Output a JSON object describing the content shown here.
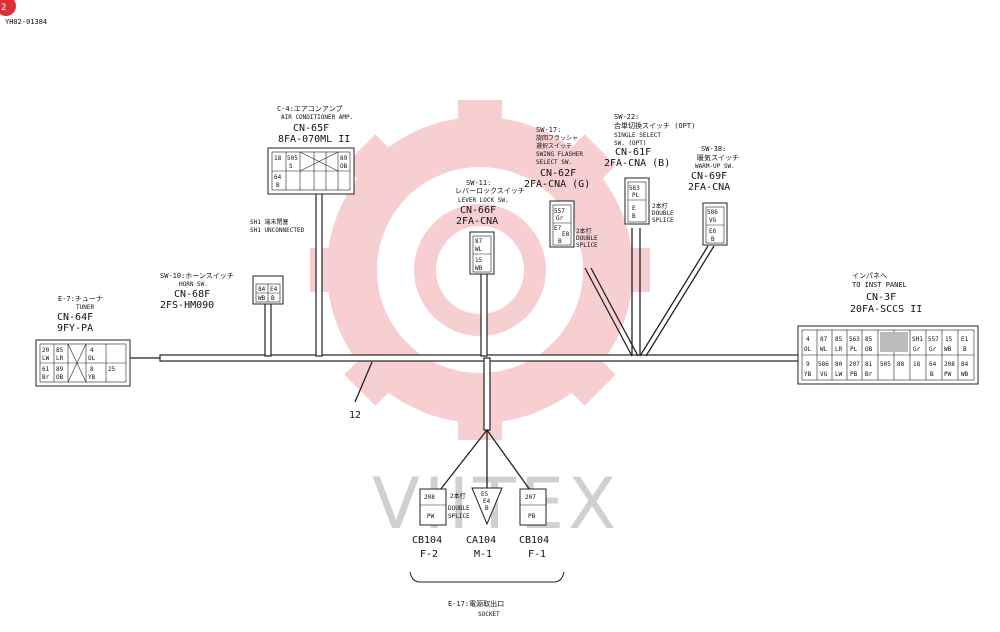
{
  "badge": {
    "label": "2",
    "color": "#d9303a"
  },
  "doc_id": "YH02-01384",
  "watermark": {
    "text": "VIITEX",
    "gear_color": "#f1a9ad"
  },
  "wire_number": "12",
  "connectors": {
    "cn64f": {
      "lines": [
        "E-7:チューナ",
        "TUNER",
        "CN-64F",
        "9FY-PA"
      ],
      "pins": [
        [
          "20",
          "85",
          "4",
          ""
        ],
        [
          "LW",
          "LR",
          "OL",
          ""
        ],
        [
          "61",
          "89",
          "8",
          "25"
        ],
        [
          "Br",
          "OB",
          "YB",
          ""
        ]
      ]
    },
    "cn68f": {
      "lines": [
        "SW-10:ホーンスイッチ",
        "HORN SW.",
        "CN-68F",
        "2FS-HM090"
      ],
      "pins": [
        "84",
        "E4",
        "WB",
        "B"
      ]
    },
    "cn65f_amp": {
      "lines": [
        "C-4:エアコンアンプ",
        "AIR CONDITIONER AMP.",
        "CN-65F",
        "8FA-070ML II"
      ],
      "pins": [
        "18",
        "505",
        "89",
        "64",
        "S",
        "OB",
        "B"
      ],
      "note_lines": [
        "SH1 端末閉塞",
        "SH1 UNCONNECTED"
      ]
    },
    "cn66f": {
      "lines": [
        "SW-11:",
        "レバーロックスイッチ",
        "LEVER LOCK SW.",
        "CN-66F",
        "2FA-CNA"
      ],
      "pins": [
        "87",
        "WL",
        "15",
        "WB"
      ]
    },
    "cn62f": {
      "lines": [
        "SW-17:",
        "旋回フラッシャ",
        "選択スイッチ",
        "SWING FLASHER",
        "SELECT SW.",
        "CN-62F",
        "2FA-CNA (G)"
      ],
      "pins": [
        "557",
        "Gr",
        "E7",
        "E8",
        "B"
      ],
      "splice": [
        "2本打",
        "DOUBLE",
        "SPLICE"
      ]
    },
    "cn61f": {
      "lines": [
        "SW-22:",
        "合単切換スイッチ (OPT)",
        "SINGLE SELECT",
        "SW. (OPT)",
        "CN-61F",
        "2FA-CNA (B)"
      ],
      "pins": [
        "563",
        "PL",
        "E",
        "B"
      ],
      "splice": [
        "2本打",
        "DOUBLE",
        "SPLICE"
      ]
    },
    "cn69f": {
      "lines": [
        "SW-38:",
        "暖気スイッチ",
        "WARM-UP SW.",
        "CN-69F",
        "2FA-CNA"
      ],
      "pins": [
        "586",
        "VG",
        "E6",
        "B"
      ]
    },
    "cn3f": {
      "lines": [
        "インパネへ",
        "TO INST PANEL",
        "CN-3F",
        "20FA-SCCS II"
      ],
      "pins_row1": [
        "4",
        "87",
        "85",
        "563",
        "85",
        "",
        "SH1",
        "557",
        "15",
        "E1"
      ],
      "pins_row2": [
        "OL",
        "WL",
        "LR",
        "PL",
        "OB",
        "",
        "Gr",
        "Gr",
        "WB",
        "B"
      ],
      "pins_row3": [
        "9",
        "586",
        "80",
        "207",
        "81",
        "505",
        "88",
        "18",
        "64",
        "208",
        "84"
      ],
      "pins_row4": [
        "YB",
        "VG",
        "LW",
        "PB",
        "Br",
        "",
        "",
        "",
        "B",
        "PW",
        "WB"
      ]
    },
    "socket": {
      "caption": [
        "E-17:電源取出口",
        "SOCKET"
      ],
      "left": {
        "pin": "208",
        "color": "PW",
        "code": "CB104",
        "pos": "F-2"
      },
      "mid": {
        "pins": [
          "E5",
          "E4",
          "B"
        ],
        "code": "CA104",
        "pos": "M-1",
        "splice": [
          "2本打",
          "DOUBLE",
          "SPLICE"
        ]
      },
      "right": {
        "pin": "207",
        "color": "PB",
        "code": "CB104",
        "pos": "F-1"
      }
    }
  }
}
